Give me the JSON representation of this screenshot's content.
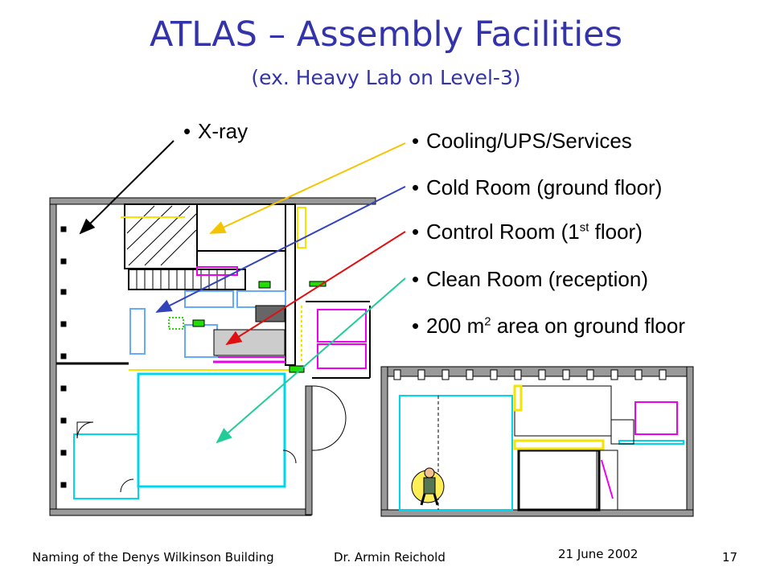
{
  "slide": {
    "title": "ATLAS – Assembly Facilities",
    "subtitle": "(ex. Heavy Lab on Level-3)"
  },
  "bullets": {
    "xray": "X-ray",
    "items": [
      {
        "text": "Cooling/UPS/Services"
      },
      {
        "text": "Cold Room (ground floor)"
      },
      {
        "text": "Control Room (1",
        "sup": "st",
        "after": " floor)"
      },
      {
        "text": "Clean Room (reception)"
      },
      {
        "text": "200 m",
        "sup": "2",
        "after": " area on ground floor"
      }
    ]
  },
  "arrows": {
    "colors": {
      "xray": "#000000",
      "cooling": "#f5c400",
      "cold_room": "#3344bb",
      "control_room": "#e01010",
      "clean_room": "#22cc99"
    }
  },
  "footer": {
    "left": "Naming of the Denys Wilkinson Building",
    "author": "Dr. Armin Reichold",
    "date": "21 June 2002",
    "page": "17"
  }
}
